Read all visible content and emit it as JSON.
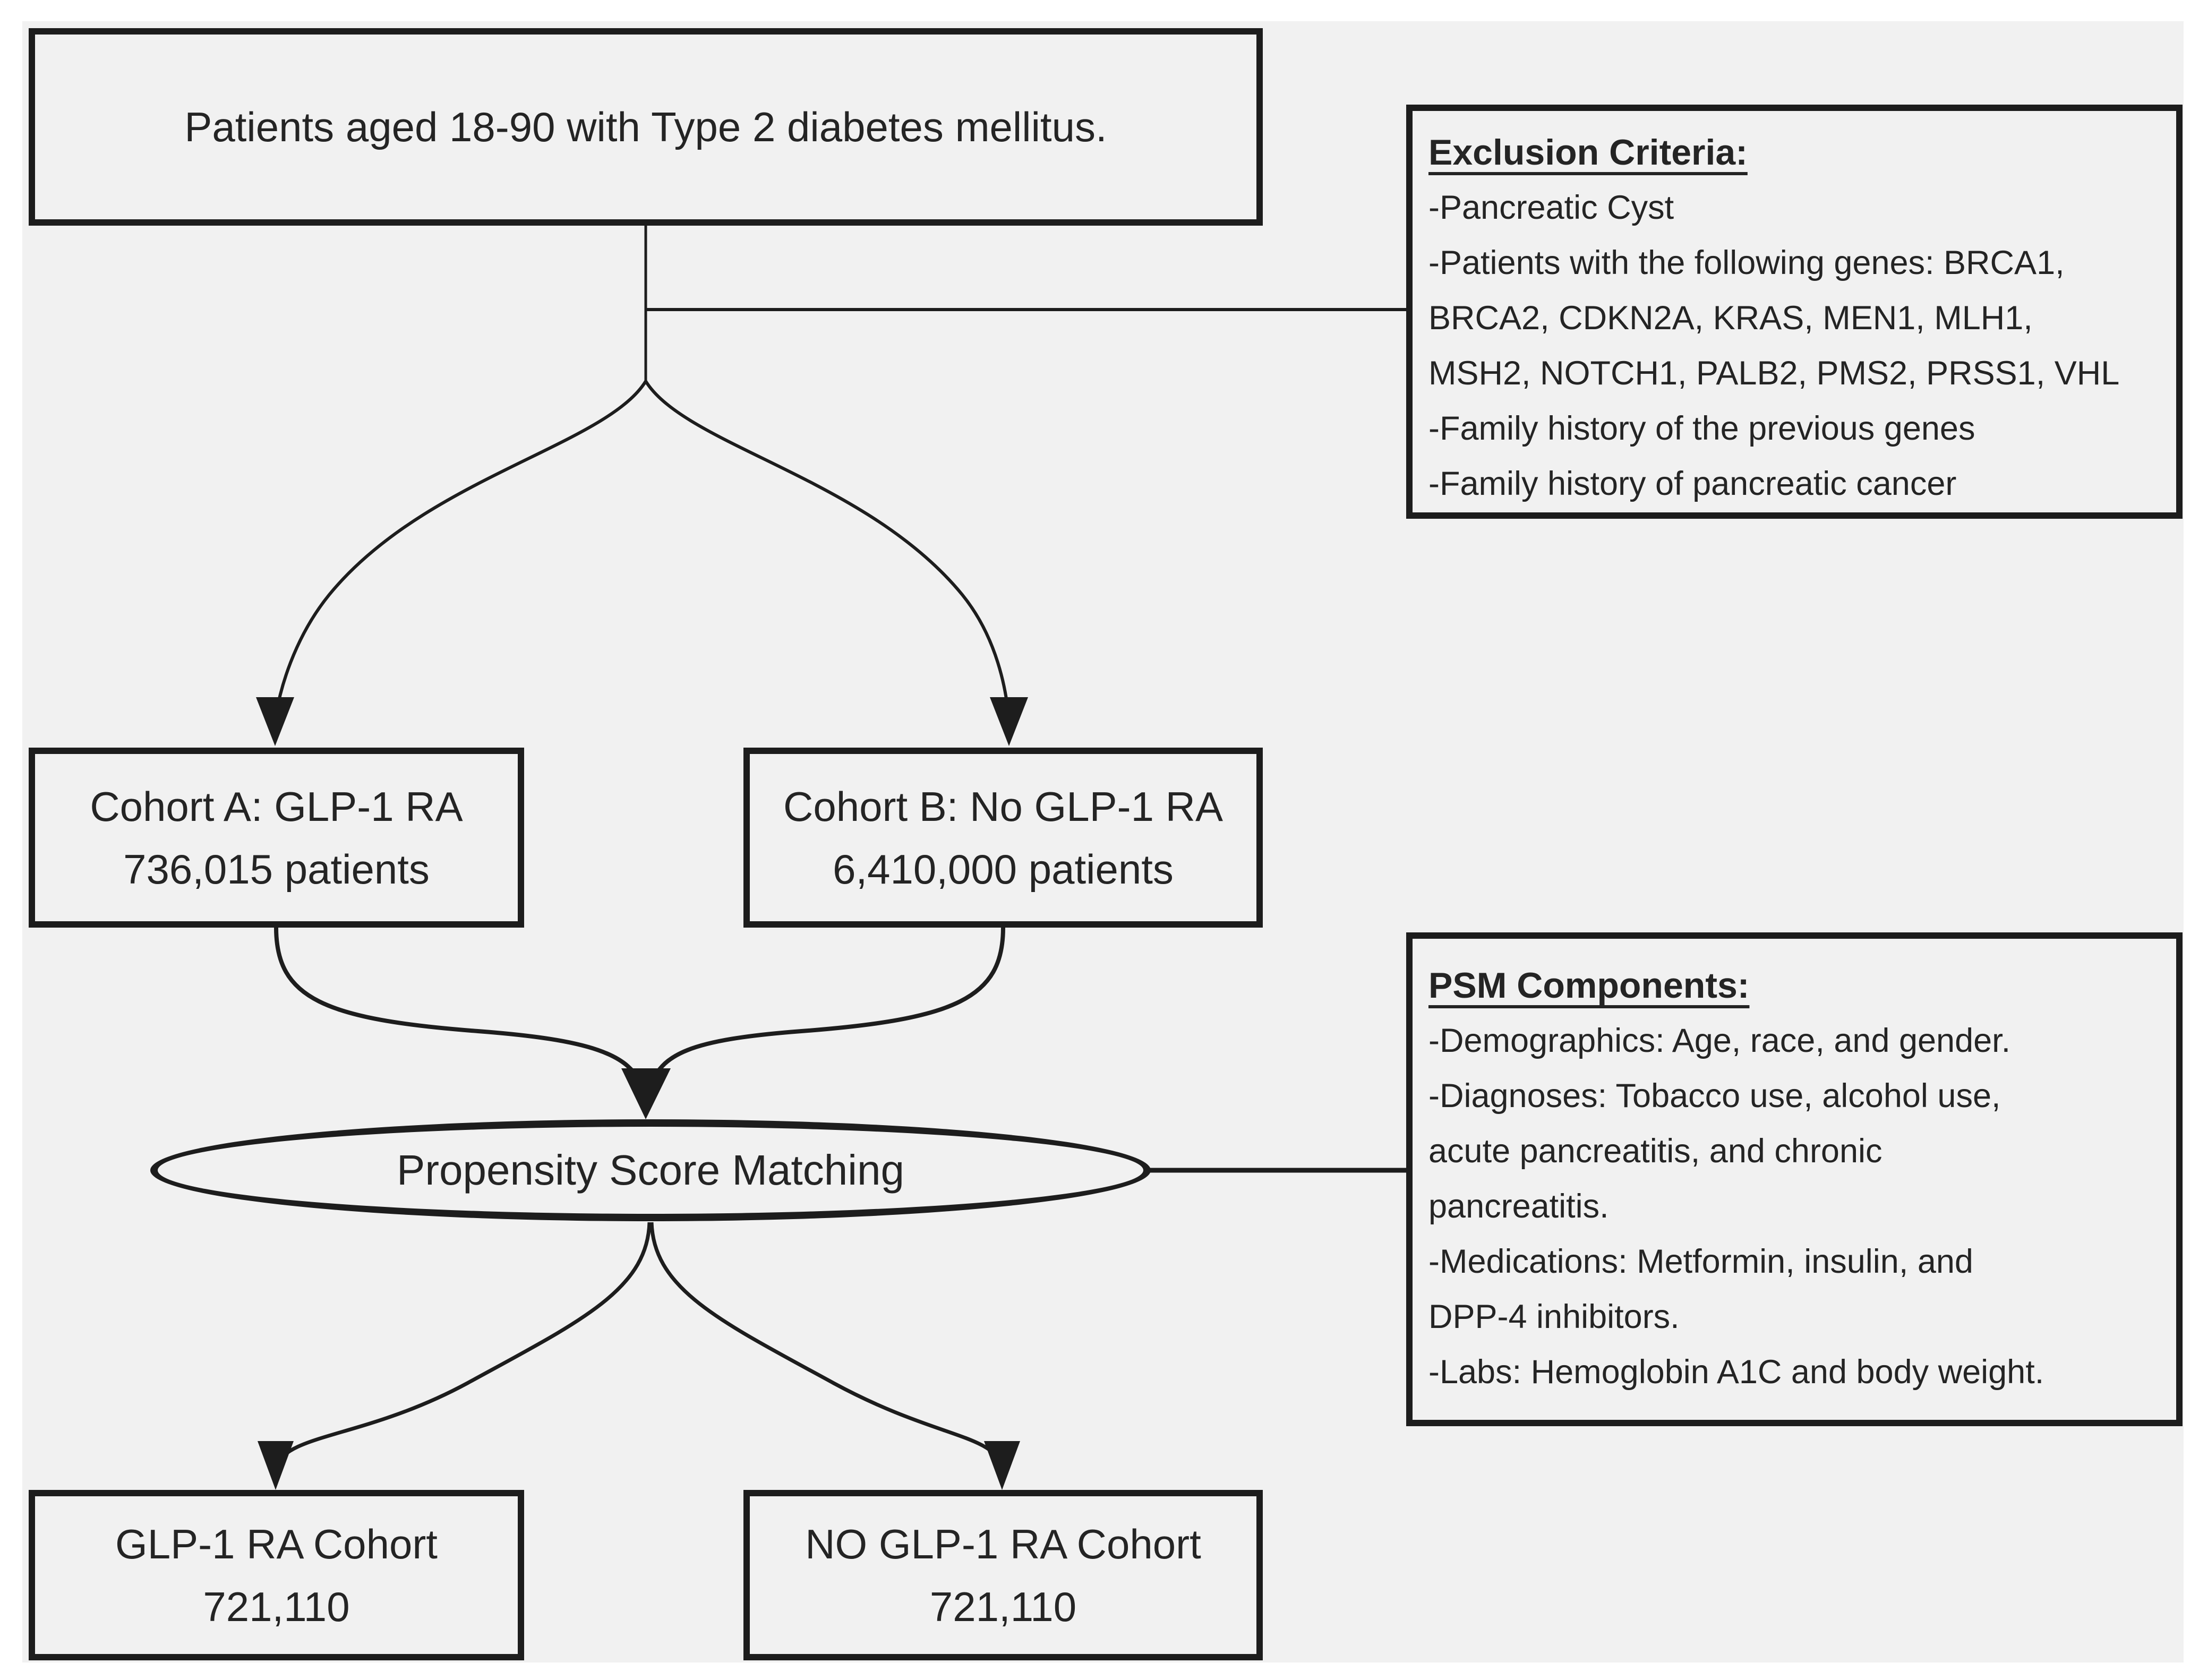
{
  "theme": {
    "page_bg": "#ffffff",
    "canvas_bg": "#f1f1f1",
    "line_color": "#1d1d1d",
    "text_color": "#242424"
  },
  "nodes": {
    "population": {
      "text": "Patients aged 18-90 with Type 2 diabetes mellitus."
    },
    "exclusion": {
      "title": "Exclusion Criteria:",
      "lines": [
        "-Pancreatic Cyst",
        "-Patients with the following genes: BRCA1,",
        "BRCA2, CDKN2A, KRAS, MEN1, MLH1,",
        "MSH2, NOTCH1, PALB2, PMS2, PRSS1, VHL",
        "-Family history of the previous genes",
        "-Family history of pancreatic cancer"
      ]
    },
    "cohort_a": {
      "line1": "Cohort A: GLP-1 RA",
      "line2": "736,015 patients"
    },
    "cohort_b": {
      "line1": "Cohort B: No GLP-1 RA",
      "line2": "6,410,000 patients"
    },
    "psm": {
      "text": "Propensity Score Matching"
    },
    "psm_components": {
      "title": "PSM Components:",
      "lines": [
        "-Demographics: Age, race, and gender.",
        "-Diagnoses: Tobacco use, alcohol use,",
        "acute pancreatitis, and chronic",
        "pancreatitis.",
        "-Medications: Metformin, insulin, and",
        "DPP-4 inhibitors.",
        "-Labs: Hemoglobin A1C and body weight."
      ]
    },
    "matched_a": {
      "line1": "GLP-1 RA Cohort",
      "line2": "721,110"
    },
    "matched_b": {
      "line1": "NO GLP-1 RA Cohort",
      "line2": "721,110"
    }
  }
}
